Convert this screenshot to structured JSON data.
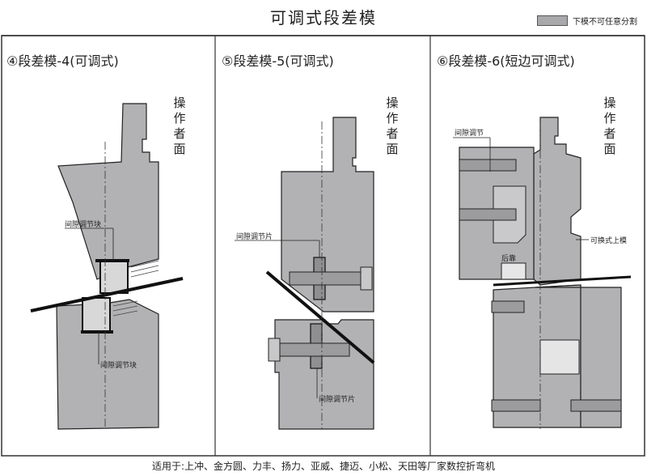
{
  "title": "可调式段差模",
  "legend": {
    "label": "下模不可任意分割",
    "swatch_color": "#a9a9ab"
  },
  "panels": [
    {
      "title": "④段差模-4(可调式)",
      "operator_label": "操作者面",
      "labels": [
        "间隙调节块",
        "间隙调节块"
      ]
    },
    {
      "title": "⑤段差模-5(可调式)",
      "operator_label": "操作者面",
      "labels": [
        "间隙调节片",
        "间隙调节片"
      ]
    },
    {
      "title": "⑥段差模-6(短边可调式)",
      "operator_label": "操作者面",
      "labels": [
        "间隙调节",
        "可换式上模",
        "后靠"
      ]
    }
  ],
  "footer": "适用于:上冲、金方圆、力丰、扬力、亚威、捷迈、小松、天田等厂家数控折弯机",
  "colors": {
    "die_fill": "#b2b2b4",
    "line": "#222222",
    "frame_border": "#333333"
  }
}
